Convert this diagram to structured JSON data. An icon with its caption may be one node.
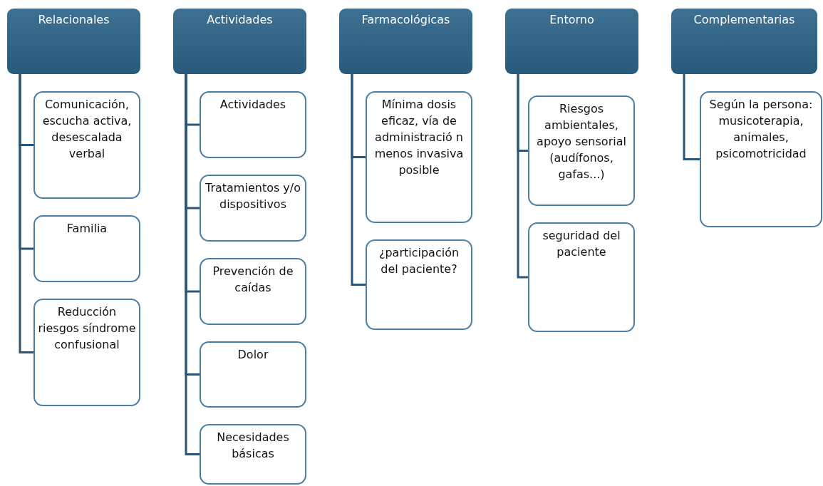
{
  "diagram": {
    "nodes": [
      {
        "text": [
          "Relacionales"
        ]
      },
      {
        "text": [
          "Comunicación, escucha activa, desescalada verbal"
        ]
      },
      {
        "text": [
          "Familia"
        ]
      },
      {
        "text": [
          "Reducción riesgos síndrome confusional"
        ]
      },
      {
        "text": [
          "Actividades"
        ]
      },
      {
        "text": [
          "Actividades"
        ]
      },
      {
        "text": [
          "Tratamientos y/o dispositivos"
        ]
      },
      {
        "text": [
          "Prevención de caídas"
        ]
      },
      {
        "text": [
          "Dolor"
        ]
      },
      {
        "text": [
          "Necesidades básicas"
        ]
      },
      {
        "text": [
          "Farmacológicas"
        ]
      },
      {
        "text": [
          "Mínima dosis eficaz, vía de administració n menos invasiva posible"
        ]
      },
      {
        "text": [
          "¿participación del paciente?"
        ]
      },
      {
        "text": [
          "Entorno"
        ]
      },
      {
        "text": [
          "Riesgos ambientales, apoyo sensorial (audífonos, gafas...)"
        ]
      },
      {
        "text": [
          "seguridad del paciente"
        ]
      },
      {
        "text": [
          "Complementarias"
        ]
      },
      {
        "text": [
          "Según la persona: musicoterapia, animales, psicomotricidad"
        ]
      }
    ],
    "edges": [
      {
        "from": 0,
        "to": 1,
        "arrow": "none"
      },
      {
        "from": 0,
        "to": 2,
        "arrow": "none"
      },
      {
        "from": 0,
        "to": 3,
        "arrow": "none"
      },
      {
        "from": 4,
        "to": 5,
        "arrow": "none"
      },
      {
        "from": 4,
        "to": 6,
        "arrow": "none"
      },
      {
        "from": 4,
        "to": 7,
        "arrow": "none"
      },
      {
        "from": 4,
        "to": 8,
        "arrow": "none"
      },
      {
        "from": 4,
        "to": 9,
        "arrow": "none"
      },
      {
        "from": 10,
        "to": 11,
        "arrow": "none"
      },
      {
        "from": 10,
        "to": 12,
        "arrow": "none"
      },
      {
        "from": 13,
        "to": 14,
        "arrow": "none"
      },
      {
        "from": 13,
        "to": 15,
        "arrow": "none"
      },
      {
        "from": 16,
        "to": 17,
        "arrow": "none"
      }
    ]
  }
}
